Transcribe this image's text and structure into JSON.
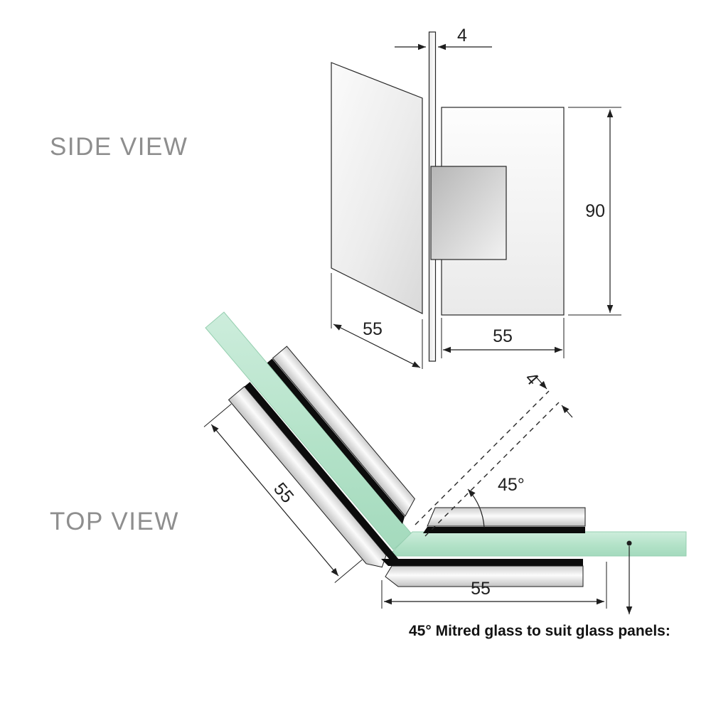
{
  "side_view": {
    "label": "SIDE VIEW",
    "dim_glass_thickness": "4",
    "dim_height": "90",
    "dim_glass_depth": "55",
    "dim_plate_width": "55"
  },
  "top_view": {
    "label": "TOP VIEW",
    "dim_mitre_gap": "4",
    "dim_mitre_angle": "45°",
    "dim_diagonal_plate_length": "55",
    "dim_horizontal_plate_length": "55",
    "note": "45° Mitred glass to suit glass panels:"
  },
  "colors": {
    "glass_green": "#b3e2c8",
    "metal_light": "#ececec",
    "stripe_black": "#0c0c0c",
    "dimension_line": "#1f1f1f",
    "view_label_gray": "#8e8e8e"
  }
}
